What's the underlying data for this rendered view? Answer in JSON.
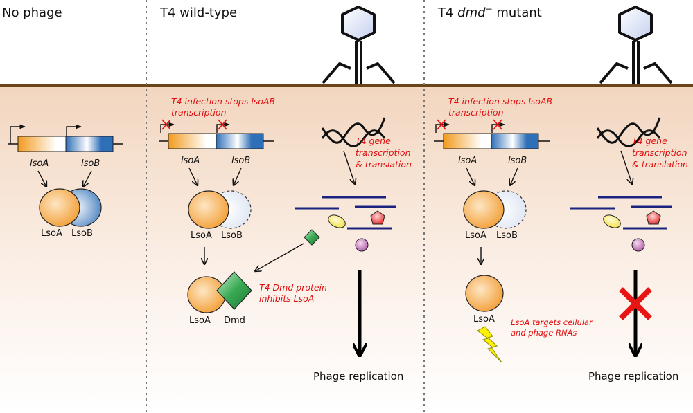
{
  "panels": {
    "no_phage": {
      "title": "No phage",
      "gene_a": "lsoA",
      "gene_b": "lsoB",
      "protein_a": "LsoA",
      "protein_b": "LsoB"
    },
    "wild_type": {
      "title": "T4 wild-type",
      "note_stop_1": "T4 infection stops lsoAB",
      "note_stop_2": "transcription",
      "gene_a": "lsoA",
      "gene_b": "lsoB",
      "protein_a": "LsoA",
      "protein_b": "LsoB",
      "complex_a": "LsoA",
      "complex_dmd": "Dmd",
      "note_dmd_1": "T4 Dmd protein",
      "note_dmd_2": "inhibits LsoA",
      "note_gene_1": "T4 gene",
      "note_gene_2": "transcription",
      "note_gene_3": "& translation",
      "outcome": "Phage replication"
    },
    "mutant": {
      "title_prefix": "T4 ",
      "title_gene": "dmd",
      "title_sup": "−",
      "title_suffix": " mutant",
      "note_stop_1": "T4 infection stops lsoAB",
      "note_stop_2": "transcription",
      "gene_a": "lsoA",
      "gene_b": "lsoB",
      "protein_a": "LsoA",
      "protein_b": "LsoB",
      "free_a": "LsoA",
      "note_target_1": "LsoA targets cellular",
      "note_target_2": "and phage RNAs",
      "note_gene_1": "T4 gene",
      "note_gene_2": "transcription",
      "note_gene_3": "& translation",
      "outcome": "Phage replication"
    }
  },
  "colors": {
    "membrane": "#6b4418",
    "cytoplasm_top": "#f2d9c4",
    "lsoA": "#f4a640",
    "lsoB": "#2f6fb8",
    "dmd": "#2e9a48",
    "red": "#e01010",
    "rna": "#1a237e",
    "phage_head": "#c8d4f2"
  }
}
